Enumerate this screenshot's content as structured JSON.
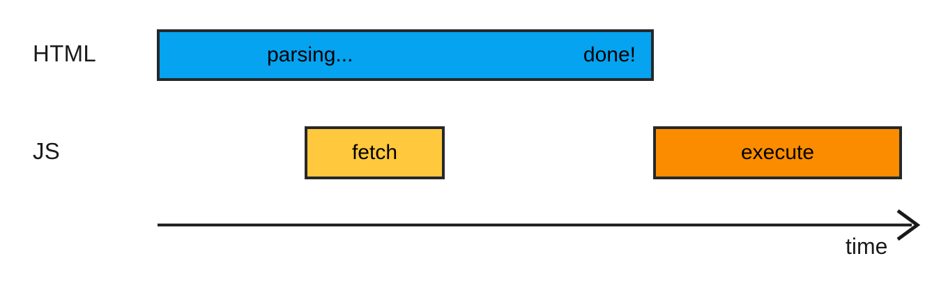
{
  "diagram": {
    "type": "timeline",
    "title": "",
    "background_color": "#FFFFFF",
    "stroke_color": "#25282B",
    "text_color": "#000000",
    "rows": [
      {
        "label": "HTML",
        "bars": [
          {
            "name": "html-parsing",
            "color": "#05A3F0",
            "left_text": "parsing...",
            "right_text": "done!"
          }
        ]
      },
      {
        "label": "JS",
        "bars": [
          {
            "name": "js-fetch",
            "color": "#FFC83D",
            "text": "fetch"
          },
          {
            "name": "js-execute",
            "color": "#FB8C00",
            "text": "execute"
          }
        ]
      }
    ],
    "axis": {
      "label": "time",
      "direction": "right",
      "arrowhead": "open-chevron",
      "color": "#1A1A1A"
    }
  }
}
